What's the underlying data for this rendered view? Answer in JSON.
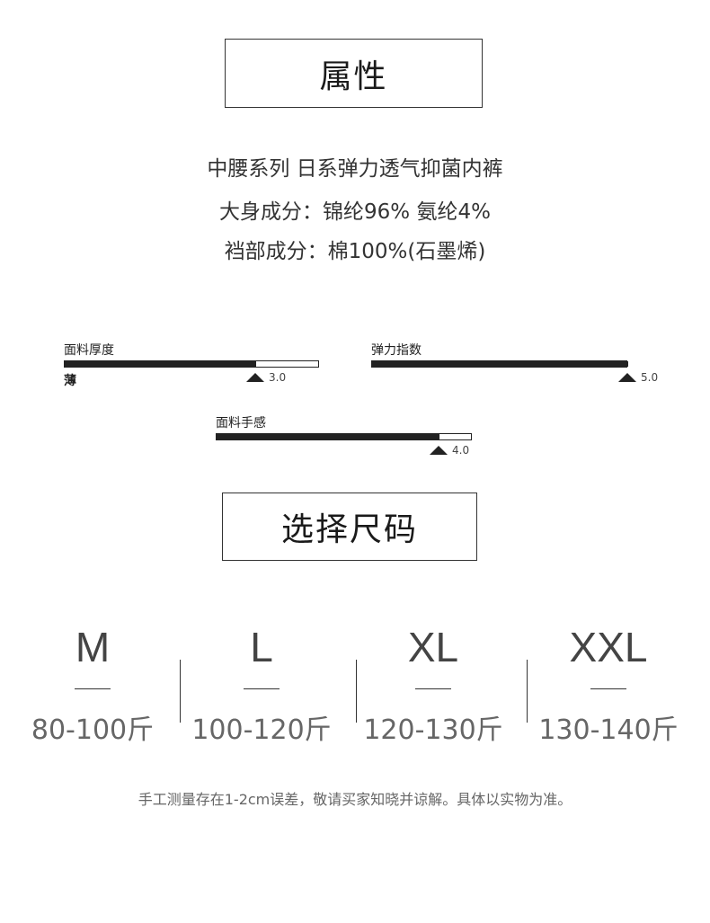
{
  "attributes": {
    "title": "属性",
    "series_line": "中腰系列  日系弹力透气抑菌内裤",
    "body_composition": "大身成分：锦纶96%  氨纶4%",
    "crotch_composition": "裆部成分：棉100%(石墨烯)"
  },
  "scales": {
    "thickness": {
      "label": "面料厚度",
      "sublabel": "薄",
      "value": 3.0,
      "max": 4.0,
      "value_text": "3.0"
    },
    "elasticity": {
      "label": "弹力指数",
      "value": 5.0,
      "max": 5.0,
      "value_text": "5.0"
    },
    "feel": {
      "label": "面料手感",
      "value": 4.0,
      "max": 4.6,
      "value_text": "4.0"
    }
  },
  "sizes": {
    "title": "选择尺码",
    "items": [
      {
        "size": "M",
        "range": "80-100斤"
      },
      {
        "size": "L",
        "range": "100-120斤"
      },
      {
        "size": "XL",
        "range": "120-130斤"
      },
      {
        "size": "XXL",
        "range": "130-140斤"
      }
    ]
  },
  "footnote": "手工测量存在1-2cm误差，敬请买家知晓并谅解。具体以实物为准。"
}
